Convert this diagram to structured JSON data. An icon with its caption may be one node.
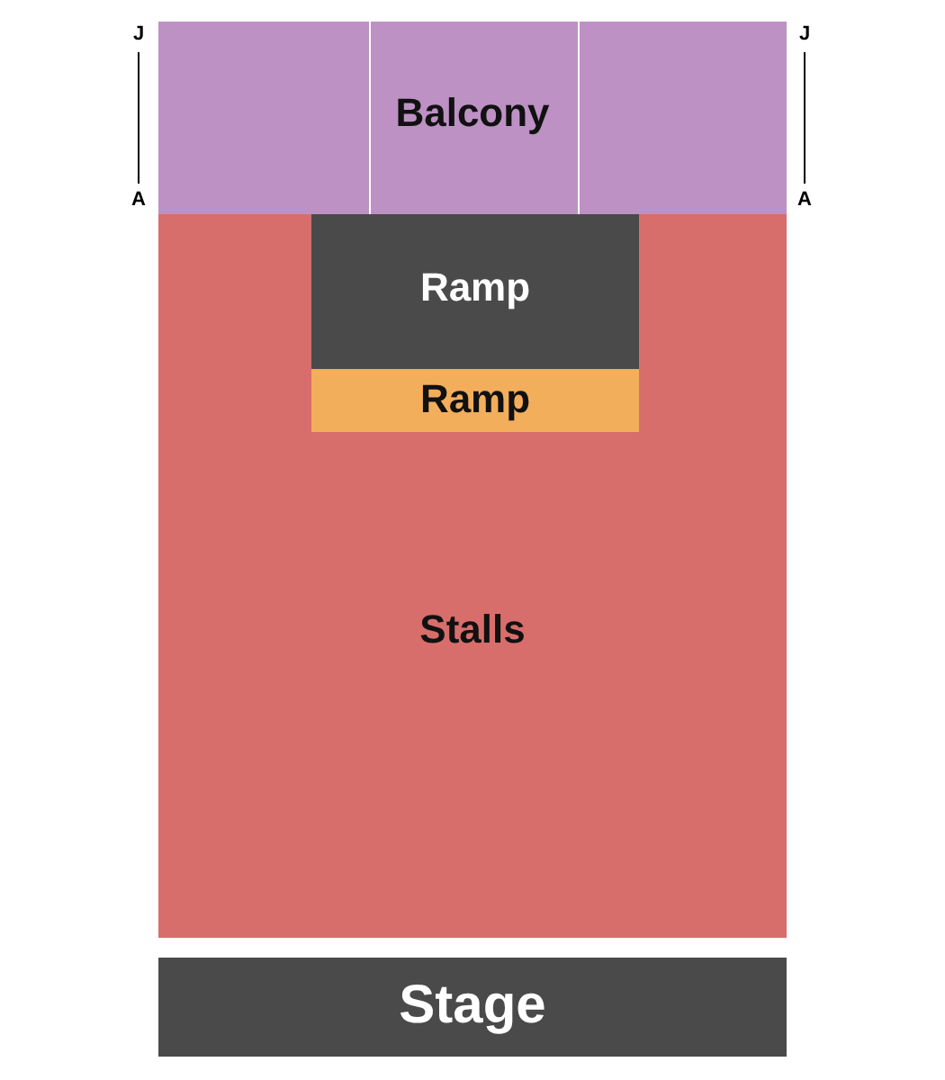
{
  "diagram": {
    "nodes": [
      {
        "text": [
          "Balcony"
        ]
      },
      {
        "text": [
          "Stalls"
        ]
      },
      {
        "text": [
          "Ramp"
        ],
        "in": 1
      },
      {
        "text": [
          "Ramp"
        ],
        "in": 1
      },
      {
        "text": [
          "Stage"
        ]
      }
    ],
    "labels": [
      "J",
      "J",
      "A",
      "A"
    ]
  }
}
